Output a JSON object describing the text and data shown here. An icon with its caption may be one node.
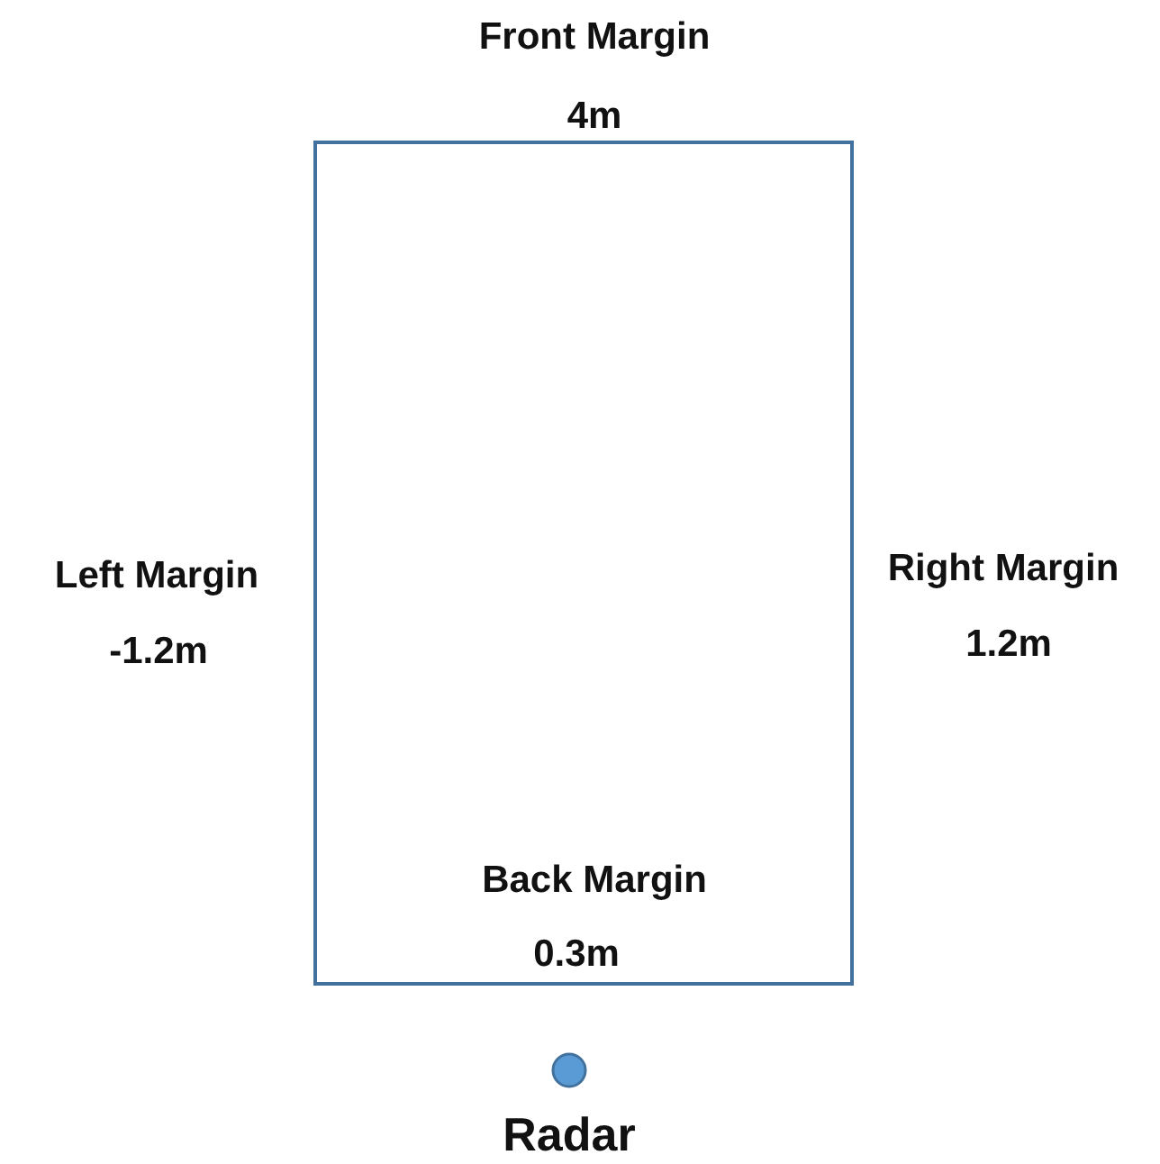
{
  "diagram": {
    "nodes": [
      {
        "text": [],
        "shape": "box"
      },
      {
        "text": [],
        "shape": "circle",
        "beside": [
          "Radar"
        ]
      }
    ],
    "labels": [
      "Front Margin",
      "4m",
      "Left Margin",
      "-1.2m",
      "Right Margin",
      "1.2m",
      "Back Margin",
      "0.3m"
    ]
  }
}
